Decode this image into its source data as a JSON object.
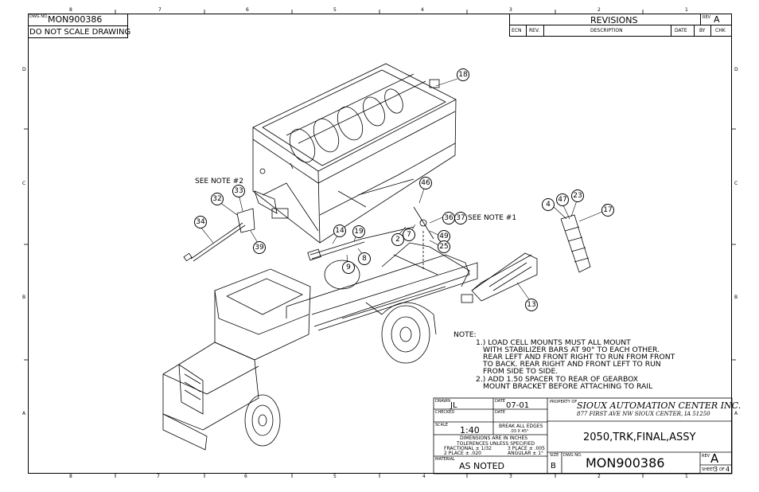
{
  "sheet": {
    "dwg_no_small_label": "DWG NO.",
    "dwg_no_top": "MON900386",
    "do_not_scale": "DO NOT SCALE DRAWING",
    "zone_columns_top": [
      "8",
      "7",
      "6",
      "5",
      "4",
      "3",
      "2",
      "1"
    ],
    "zone_columns_bottom": [
      "8",
      "7",
      "6",
      "5",
      "4",
      "3",
      "2",
      "1"
    ],
    "zone_rows": [
      "D",
      "C",
      "B",
      "A"
    ]
  },
  "revisions": {
    "title": "REVISIONS",
    "rev_label": "REV",
    "rev_value": "A",
    "columns": [
      "ECN",
      "REV.",
      "DESCRIPTION",
      "DATE",
      "BY",
      "CHK"
    ]
  },
  "callouts": {
    "see_note_2": "SEE NOTE #2",
    "see_note_1": "SEE NOTE #1",
    "balloons": [
      "18",
      "33",
      "32",
      "34",
      "39",
      "46",
      "36",
      "37",
      "2",
      "7",
      "49",
      "25",
      "14",
      "19",
      "8",
      "9",
      "4",
      "47",
      "23",
      "17",
      "13"
    ]
  },
  "notes": {
    "label": "NOTE:",
    "lines": [
      "1.) LOAD CELL MOUNTS MUST ALL MOUNT",
      "WITH STABILIZER BARS AT 90° TO EACH OTHER.",
      "REAR LEFT AND FRONT RIGHT TO RUN FROM FRONT",
      "TO BACK.  REAR RIGHT AND FRONT LEFT TO RUN",
      "FROM SIDE TO SIDE.",
      "2.) ADD 1.50 SPACER TO REAR OF GEARBOX",
      "MOUNT BRACKET BEFORE ATTACHING TO RAIL"
    ]
  },
  "title_block": {
    "drawn_label": "DRAWN",
    "drawn_value": "JL",
    "date_label": "DATE",
    "date_value": "07-01",
    "checked_label": "CHECKED",
    "date2_label": "DATE",
    "scale_label": "SCALE",
    "scale_value": "1:40",
    "break_edges": "BREAK ALL EDGES",
    "break_edges_value": ".03 X 45°",
    "dimensions_1": "DIMENSIONS ARE IN INCHES",
    "dimensions_2": "TOLERENCES UNLESS SPECIFIED",
    "fractional": "FRACTIONAL ± 1/32",
    "three_place": "3 PLACE ± .005",
    "two_place": "2 PLACE ± .020",
    "angular": "ANGULAR ± 1°",
    "material_label": "MATERIAL",
    "material_value": "AS NOTED",
    "property_of": "PROPERTY OF",
    "company": "SIOUX AUTOMATION CENTER INC.",
    "address": "877 FIRST AVE NW   SIOUX CENTER, IA   51250",
    "title": "2050,TRK,FINAL,ASSY",
    "size_label": "SIZE",
    "size_value": "B",
    "dwg_no_label": "DWG NO.",
    "dwg_no": "MON900386",
    "rev_label": "REV",
    "rev_value": "A",
    "sheet_label": "SHEET",
    "sheet_num": "3",
    "sheet_of": "OF",
    "sheet_total": "4"
  }
}
